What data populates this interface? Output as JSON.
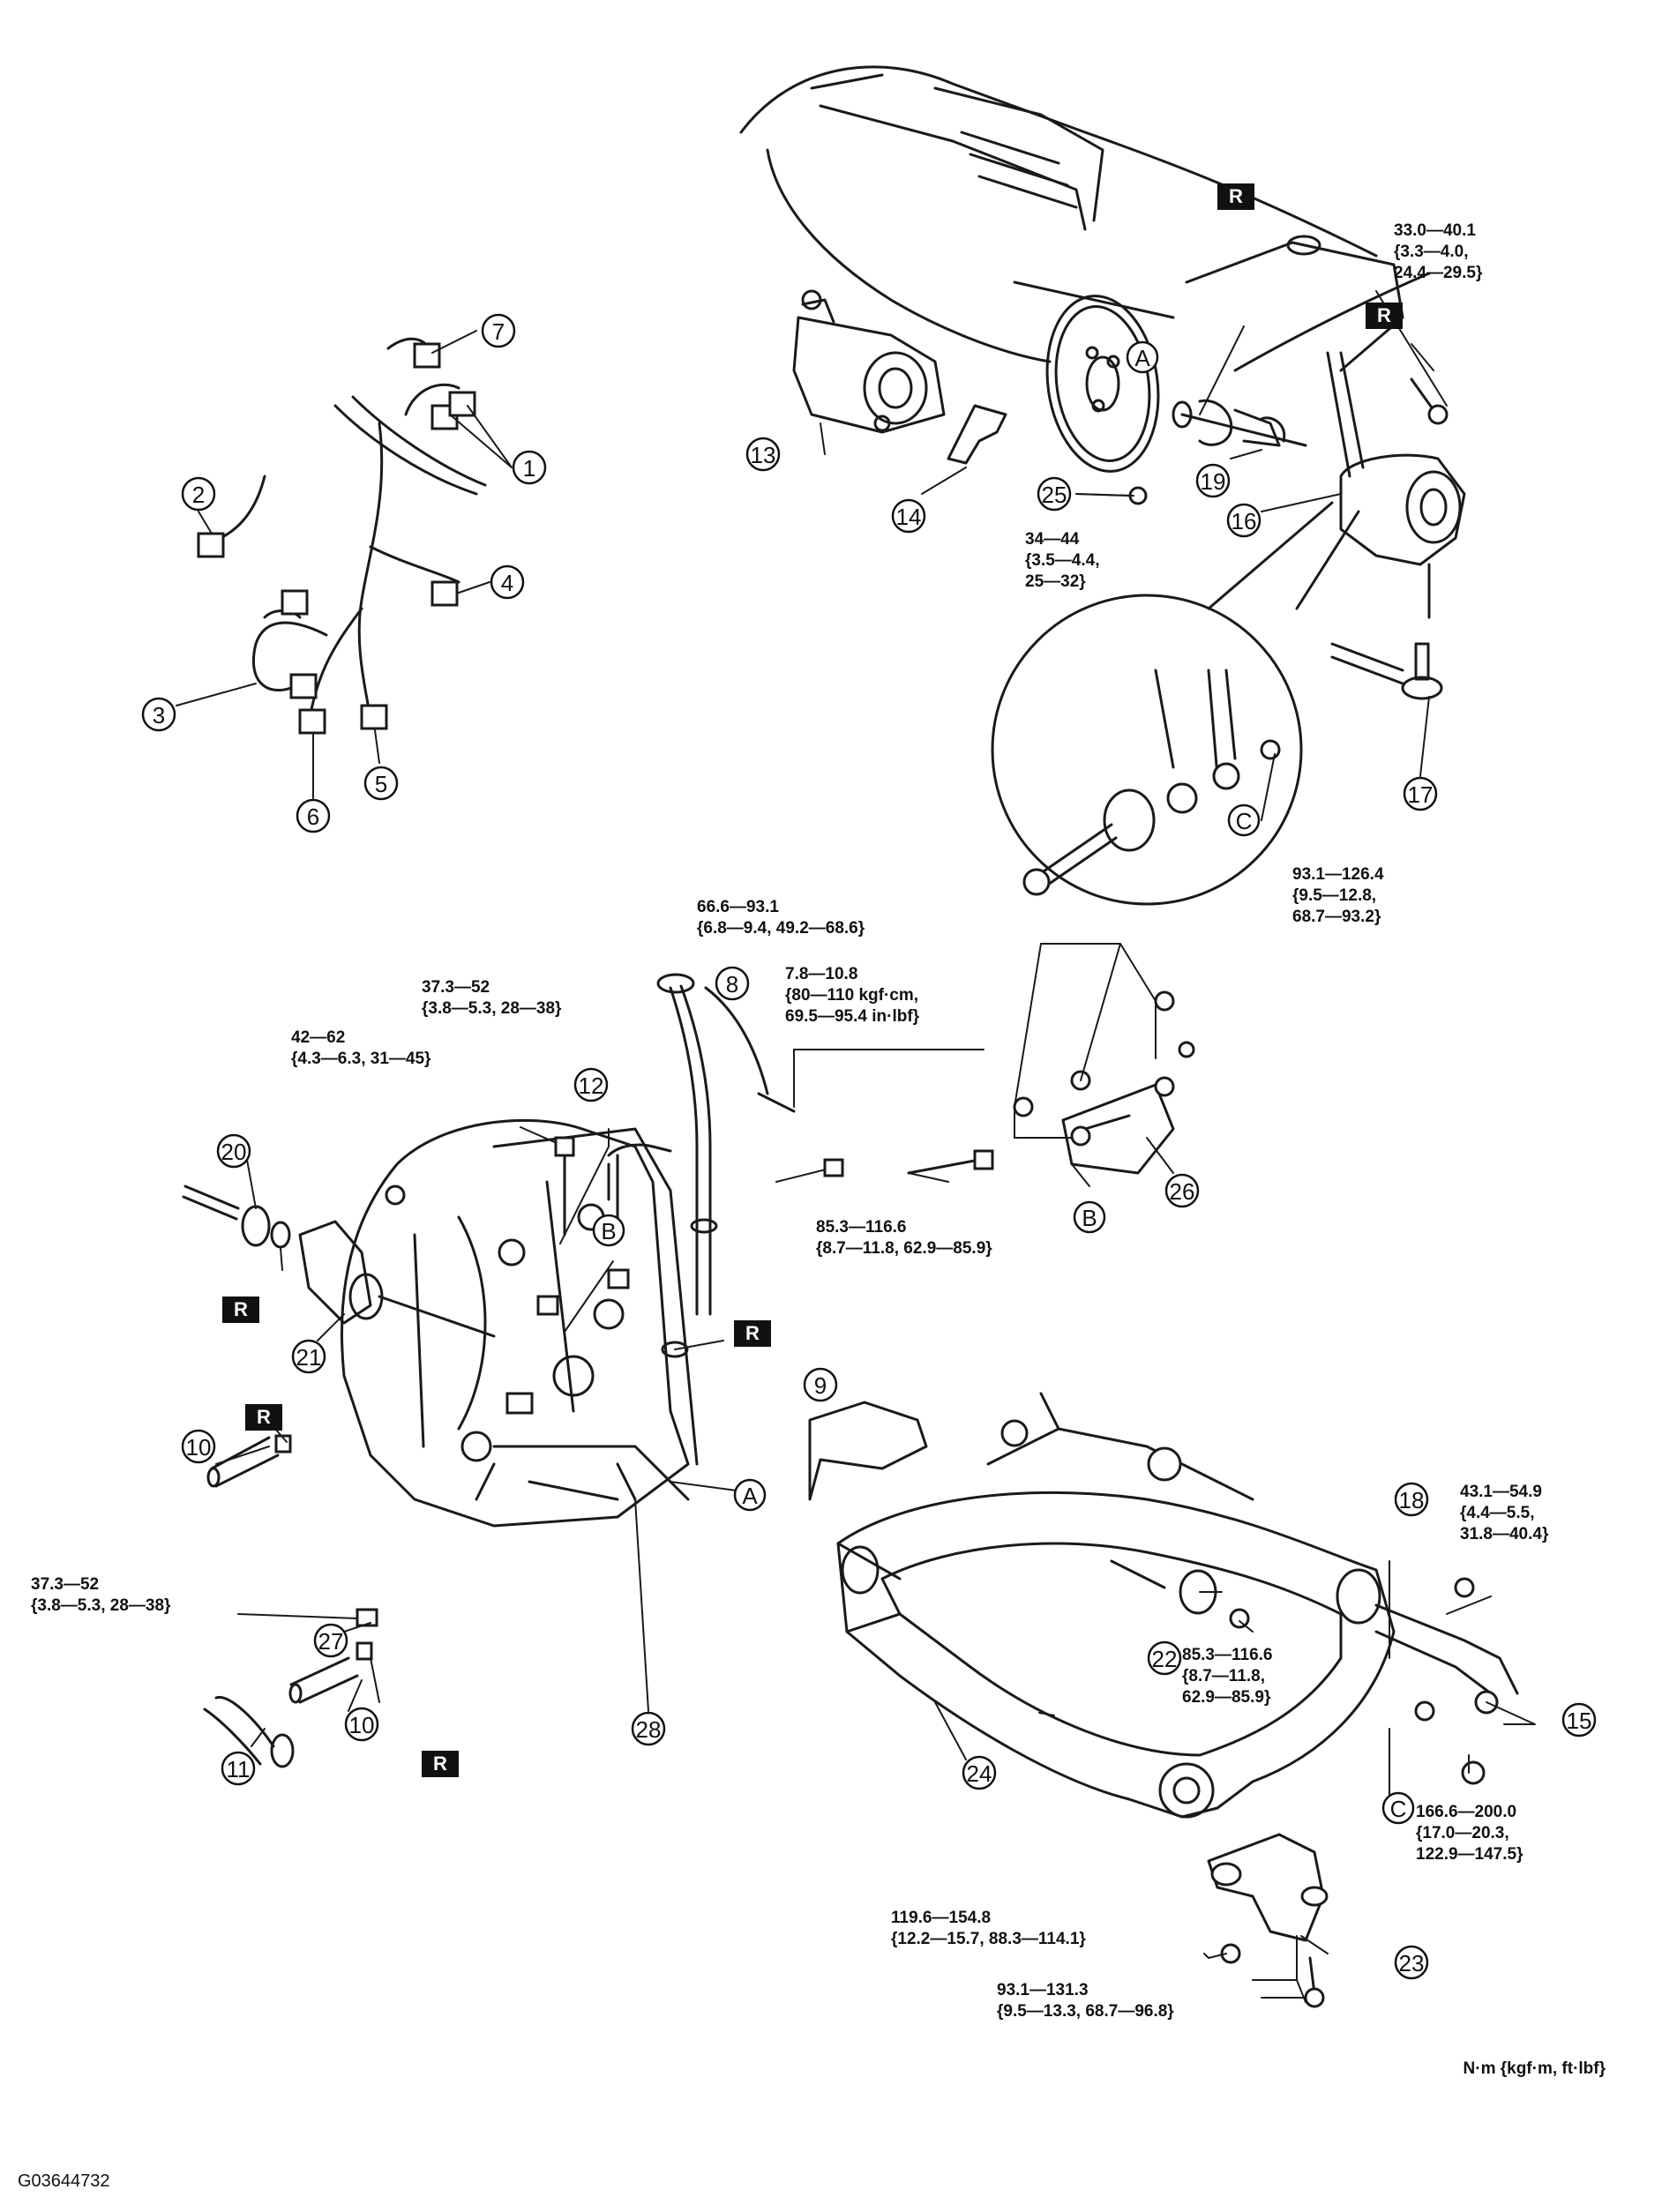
{
  "figure_id": "G03644732",
  "units_note": "N·m {kgf·m, ft·lbf}",
  "replace_marker": "R",
  "callouts": {
    "n1": "1",
    "n2": "2",
    "n3": "3",
    "n4": "4",
    "n5": "5",
    "n6": "6",
    "n7": "7",
    "n8": "8",
    "n9": "9",
    "n10a": "10",
    "n10b": "10",
    "n11": "11",
    "n12": "12",
    "n13": "13",
    "n14": "14",
    "n15": "15",
    "n16": "16",
    "n17": "17",
    "n18": "18",
    "n19": "19",
    "n20": "20",
    "n21": "21",
    "n22": "22",
    "n23": "23",
    "n24": "24",
    "n25": "25",
    "n26": "26",
    "n27": "27",
    "n28": "28",
    "A1": "A",
    "A2": "A",
    "B1": "B",
    "B2": "B",
    "C1": "C",
    "C2": "C"
  },
  "torque_specs": {
    "t_33_0": [
      "33.0—40.1",
      "{3.3—4.0,",
      "24.4—29.5}"
    ],
    "t_34_44": [
      "34—44",
      "{3.5—4.4,",
      "25—32}"
    ],
    "t_93_1_126": [
      "93.1—126.4",
      "{9.5—12.8,",
      "68.7—93.2}"
    ],
    "t_66_6": [
      "66.6—93.1",
      "{6.8—9.4, 49.2—68.6}"
    ],
    "t_7_8": [
      "7.8—10.8",
      "{80—110 kgf·cm,",
      "69.5—95.4 in·lbf}"
    ],
    "t_37_3_top": [
      "37.3—52",
      "{3.8—5.3, 28—38}"
    ],
    "t_42_62": [
      "42—62",
      "{4.3—6.3, 31—45}"
    ],
    "t_85_3_a": [
      "85.3—116.6",
      "{8.7—11.8, 62.9—85.9}"
    ],
    "t_37_3_left": [
      "37.3—52",
      "{3.8—5.3, 28—38}"
    ],
    "t_43_1": [
      "43.1—54.9",
      "{4.4—5.5,",
      "31.8—40.4}"
    ],
    "t_85_3_b": [
      "85.3—116.6",
      "{8.7—11.8,",
      "62.9—85.9}"
    ],
    "t_166_6": [
      "166.6—200.0",
      "{17.0—20.3,",
      "122.9—147.5}"
    ],
    "t_119_6": [
      "119.6—154.8",
      "{12.2—15.7, 88.3—114.1}"
    ],
    "t_93_1_131": [
      "93.1—131.3",
      "{9.5—13.3, 68.7—96.8}"
    ]
  }
}
